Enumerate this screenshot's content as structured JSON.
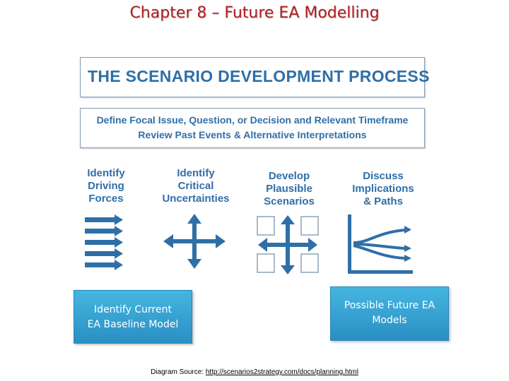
{
  "slide": {
    "title": "Chapter 8 – Future EA Modelling"
  },
  "diagram": {
    "heading": "THE SCENARIO DEVELOPMENT PROCESS",
    "focal_line_1": "Define Focal Issue, Question, or Decision and Relevant Timeframe",
    "focal_line_2": "Review Past Events & Alternative Interpretations",
    "steps": [
      {
        "lines": [
          "Identify",
          "Driving",
          "Forces"
        ],
        "icon": "parallel-arrows-icon"
      },
      {
        "lines": [
          "Identify",
          "Critical",
          "Uncertainties"
        ],
        "icon": "four-way-arrows-icon"
      },
      {
        "lines": [
          "Develop",
          "Plausible",
          "Scenarios"
        ],
        "icon": "scenario-quadrants-icon"
      },
      {
        "lines": [
          "Discuss",
          "Implications",
          "& Paths"
        ],
        "icon": "diverging-paths-icon"
      }
    ],
    "colors": {
      "accent": "#2f6fa8",
      "title": "#b31d1d",
      "callout": "#3aa5d6"
    }
  },
  "callouts": {
    "left_line_1": "Identify Current",
    "left_line_2": "EA Baseline Model",
    "right_line_1": "Possible Future EA",
    "right_line_2": "Models"
  },
  "source": {
    "label": "Diagram Source: ",
    "url": "http://scenarios2strategy.com/docs/planning.html"
  }
}
